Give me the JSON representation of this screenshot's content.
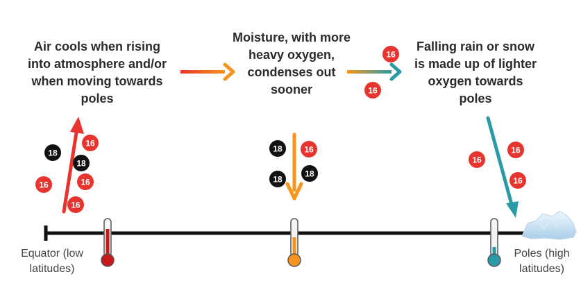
{
  "statements": {
    "rising_air": "Air cools when rising into atmosphere and/or when moving towards poles",
    "condensation": "Moisture, with more heavy oxygen, condenses out sooner",
    "precipitation": "Falling rain or snow is made up of lighter oxygen towards poles"
  },
  "axis": {
    "left_label": "Equator (low latitudes)",
    "right_label": "Poles (high latitudes)"
  },
  "isotopes": {
    "light": "16",
    "heavy": "18",
    "light_color": "#e8342f",
    "heavy_color": "#111111"
  },
  "colors": {
    "warm": "#e8342f",
    "mid": "#f7941d",
    "cold": "#2a9aa7",
    "axis": "#111111"
  },
  "icons": [
    "thermometer-hot-icon",
    "thermometer-mid-icon",
    "thermometer-cold-icon",
    "ice-icon"
  ]
}
